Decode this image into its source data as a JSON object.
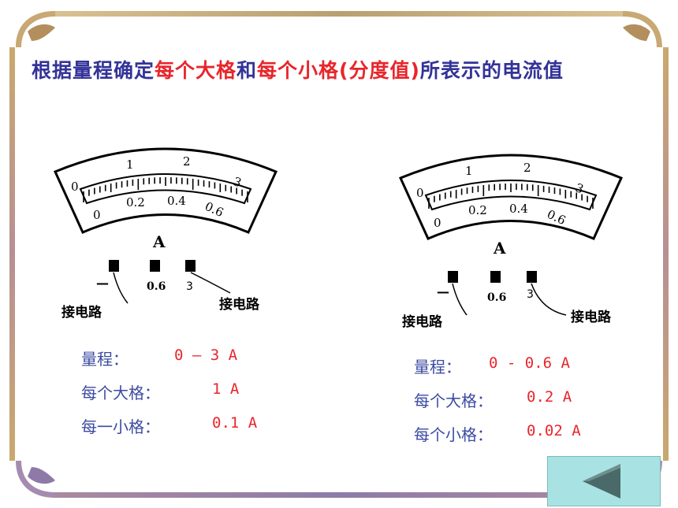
{
  "title": {
    "part1": "根据量程确定",
    "part2": "每个大格",
    "part3": "和",
    "part4": "每个小格(分度值)",
    "part5": "所表示的电流值"
  },
  "meter_left": {
    "unit": "A",
    "upper_scale": [
      "0",
      "1",
      "2",
      "3"
    ],
    "lower_scale": [
      "0",
      "0.2",
      "0.4",
      "0.6"
    ],
    "terminal_labels": [
      "0.6",
      "3"
    ],
    "minus_sign": "—",
    "wire_label_left": "接电路",
    "wire_label_right": "接电路"
  },
  "meter_right": {
    "unit": "A",
    "upper_scale": [
      "0",
      "1",
      "2",
      "3"
    ],
    "lower_scale": [
      "0",
      "0.2",
      "0.4",
      "0.6"
    ],
    "terminal_labels": [
      "0.6",
      "3"
    ],
    "minus_sign": "—",
    "wire_label_left": "接电路",
    "wire_label_right": "接电路"
  },
  "info_left": {
    "range_label": "量程：",
    "range_value": "0 – 3 A",
    "big_div_label": "每个大格：",
    "big_div_value": "1 A",
    "small_div_label": "每一小格：",
    "small_div_value": "0.1 A"
  },
  "info_right": {
    "range_label": "量程：",
    "range_value": "0 - 0.6 A",
    "big_div_label": "每个大格：",
    "big_div_value": "0.2 A",
    "small_div_label": "每个小格：",
    "small_div_value": "0.02 A"
  },
  "colors": {
    "title": "#333399",
    "highlight": "#e8262b",
    "info_label": "#3b4aa0",
    "back_button": "#a9e2e2",
    "back_arrow": "#4a6a6a"
  },
  "icons": {
    "back": "left-triangle-icon"
  }
}
